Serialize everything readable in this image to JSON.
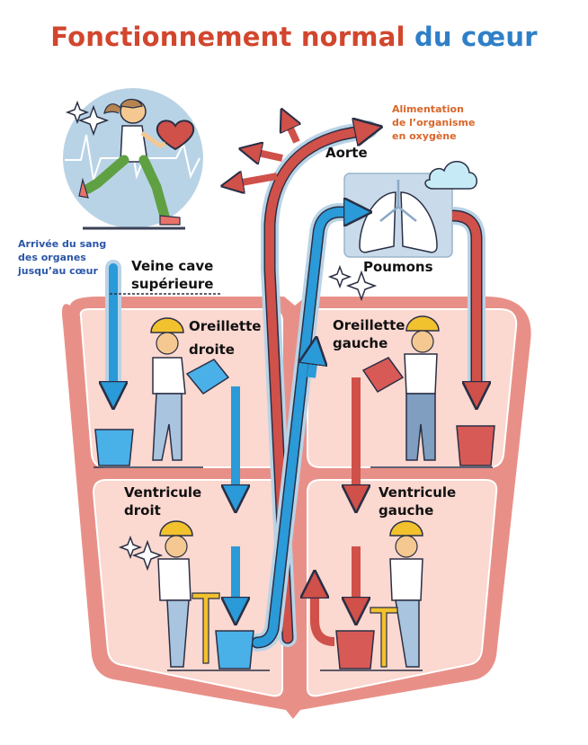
{
  "title": {
    "part1": "Fonctionnement normal",
    "part2": "du cœur"
  },
  "colors": {
    "title_red": "#d2462e",
    "title_blue": "#2f7fc7",
    "oxygenated_blood": "#d0504a",
    "deoxygenated_blood": "#2a9ad8",
    "heart_wall": "#e89088",
    "chamber_fill": "#fbd8d0",
    "note_blue": "#2a56a8",
    "note_orange": "#d9662b"
  },
  "notes": {
    "arrival": [
      "Arrivée du sang",
      "des organes",
      "jusqu’au cœur"
    ],
    "supply": [
      "Alimentation",
      "de l’organisme",
      "en oxygène"
    ]
  },
  "labels": {
    "vena_cava": [
      "Veine cave",
      "supérieure"
    ],
    "aorta": "Aorte",
    "lungs": "Poumons",
    "right_atrium": [
      "Oreillette",
      "droite"
    ],
    "left_atrium": [
      "Oreillette",
      "gauche"
    ],
    "right_ventricle": [
      "Ventricule",
      "droit"
    ],
    "left_ventricle": [
      "Ventricule",
      "gauche"
    ]
  },
  "illustrations": {
    "runner": "running-woman-with-heart",
    "lungs": "lungs-with-cloud",
    "workers": [
      "worker-pouring-blue-bucket",
      "worker-pouring-red-bucket",
      "worker-pumping-blue",
      "worker-pumping-red"
    ]
  }
}
